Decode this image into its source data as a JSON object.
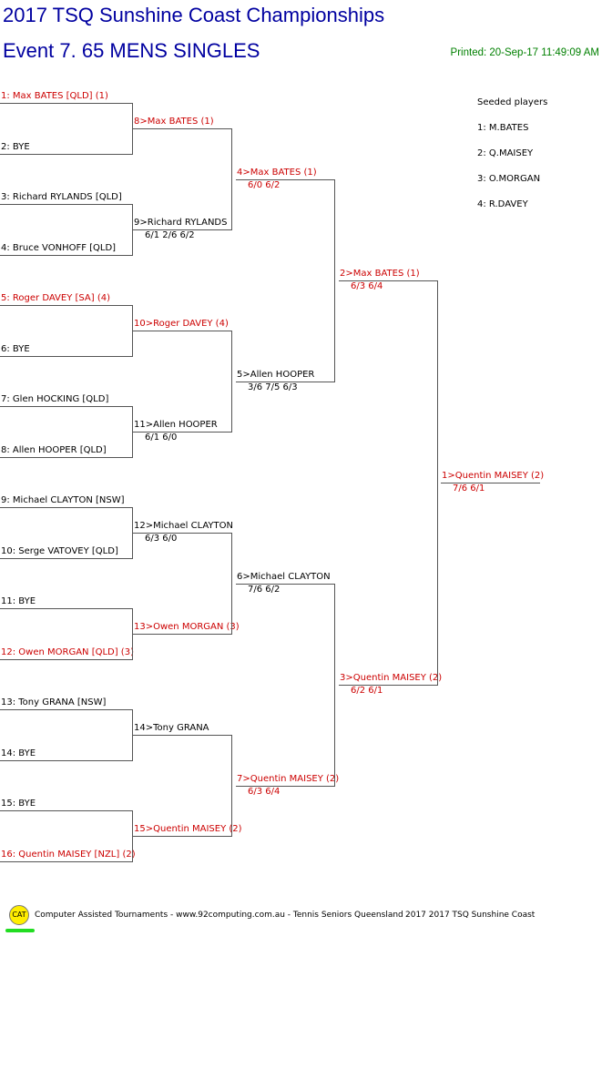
{
  "header": {
    "title": "2017 TSQ Sunshine Coast Championships",
    "event": "Event 7. 65 MENS SINGLES",
    "printed": "Printed: 20-Sep-17 11:49:09 AM"
  },
  "seeds": {
    "heading": "Seeded players",
    "list": [
      "1: M.BATES",
      "2: Q.MAISEY",
      "3: O.MORGAN",
      "4: R.DAVEY"
    ]
  },
  "round1": [
    {
      "text": "1: Max BATES [QLD] (1)",
      "red": true
    },
    {
      "text": "2: BYE",
      "red": false
    },
    {
      "text": "3: Richard RYLANDS [QLD]",
      "red": false
    },
    {
      "text": "4: Bruce VONHOFF [QLD]",
      "red": false
    },
    {
      "text": "5: Roger DAVEY [SA] (4)",
      "red": true
    },
    {
      "text": "6: BYE",
      "red": false
    },
    {
      "text": "7: Glen HOCKING [QLD]",
      "red": false
    },
    {
      "text": "8: Allen HOOPER [QLD]",
      "red": false
    },
    {
      "text": "9: Michael CLAYTON [NSW]",
      "red": false
    },
    {
      "text": "10: Serge VATOVEY [QLD]",
      "red": false
    },
    {
      "text": "11: BYE",
      "red": false
    },
    {
      "text": "12: Owen MORGAN [QLD] (3)",
      "red": true
    },
    {
      "text": "13: Tony GRANA [NSW]",
      "red": false
    },
    {
      "text": "14: BYE",
      "red": false
    },
    {
      "text": "15: BYE",
      "red": false
    },
    {
      "text": "16: Quentin MAISEY [NZL] (2)",
      "red": true
    }
  ],
  "round2": [
    {
      "text": "8>Max BATES (1)",
      "score": "",
      "red": true
    },
    {
      "text": "9>Richard RYLANDS",
      "score": "6/1 2/6 6/2",
      "red": false
    },
    {
      "text": "10>Roger DAVEY (4)",
      "score": "",
      "red": true
    },
    {
      "text": "11>Allen HOOPER",
      "score": "6/1 6/0",
      "red": false
    },
    {
      "text": "12>Michael CLAYTON",
      "score": "6/3 6/0",
      "red": false
    },
    {
      "text": "13>Owen MORGAN (3)",
      "score": "",
      "red": true
    },
    {
      "text": "14>Tony GRANA",
      "score": "",
      "red": false
    },
    {
      "text": "15>Quentin MAISEY (2)",
      "score": "",
      "red": true
    }
  ],
  "round3": [
    {
      "text": "4>Max BATES (1)",
      "score": "6/0 6/2",
      "red": true
    },
    {
      "text": "5>Allen HOOPER",
      "score": "3/6 7/5 6/3",
      "red": false
    },
    {
      "text": "6>Michael CLAYTON",
      "score": "7/6 6/2",
      "red": false
    },
    {
      "text": "7>Quentin MAISEY (2)",
      "score": "6/3 6/4",
      "red": true
    }
  ],
  "round4": [
    {
      "text": "2>Max BATES (1)",
      "score": "6/3 6/4",
      "red": true
    },
    {
      "text": "3>Quentin MAISEY (2)",
      "score": "6/2 6/1",
      "red": true
    }
  ],
  "final": [
    {
      "text": "1>Quentin MAISEY (2)",
      "score": "7/6 6/1",
      "red": true
    }
  ],
  "footer": {
    "logo": "CAT",
    "left": "Computer Assisted Tournaments - www.92computing.com.au -  Tennis Seniors Queensland",
    "right": "2017 2017 TSQ Sunshine Coast"
  }
}
